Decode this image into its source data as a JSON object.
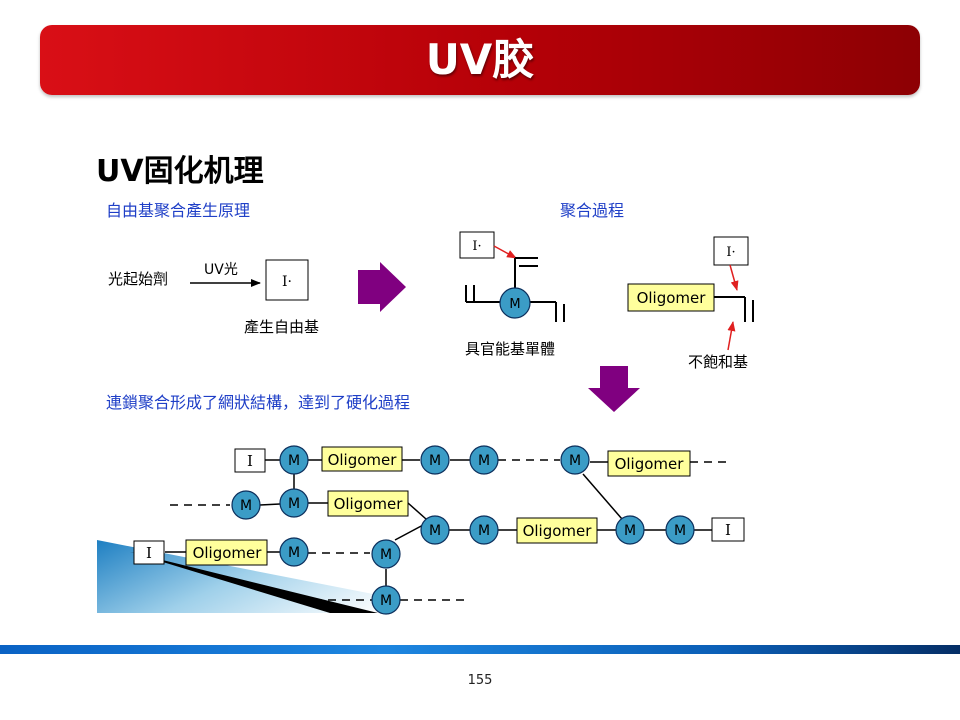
{
  "slide": {
    "title": "UV胶",
    "heading": "UV固化机理",
    "page_number": "155"
  },
  "sections": {
    "radical_generation": "自由基聚合產生原理",
    "polymerization_process": "聚合過程",
    "chain_reaction": "連鎖聚合形成了網狀結構，達到了硬化過程"
  },
  "labels": {
    "photoinitiator": "光起始劑",
    "uv_light": "UV光",
    "radical": "I·",
    "radical_generated": "產生自由基",
    "monomer": "M",
    "functional_monomer": "具官能基單體",
    "oligomer": "Oligomer",
    "unsaturated_group": "不飽和基",
    "initiator": "I"
  },
  "colors": {
    "title_bar": "#c0000a",
    "section_text": "#1f3fc7",
    "monomer_fill": "#3b9cc6",
    "oligomer_fill": "#ffff9c",
    "purple_arrow": "#800080",
    "red_arrow": "#e02020"
  }
}
